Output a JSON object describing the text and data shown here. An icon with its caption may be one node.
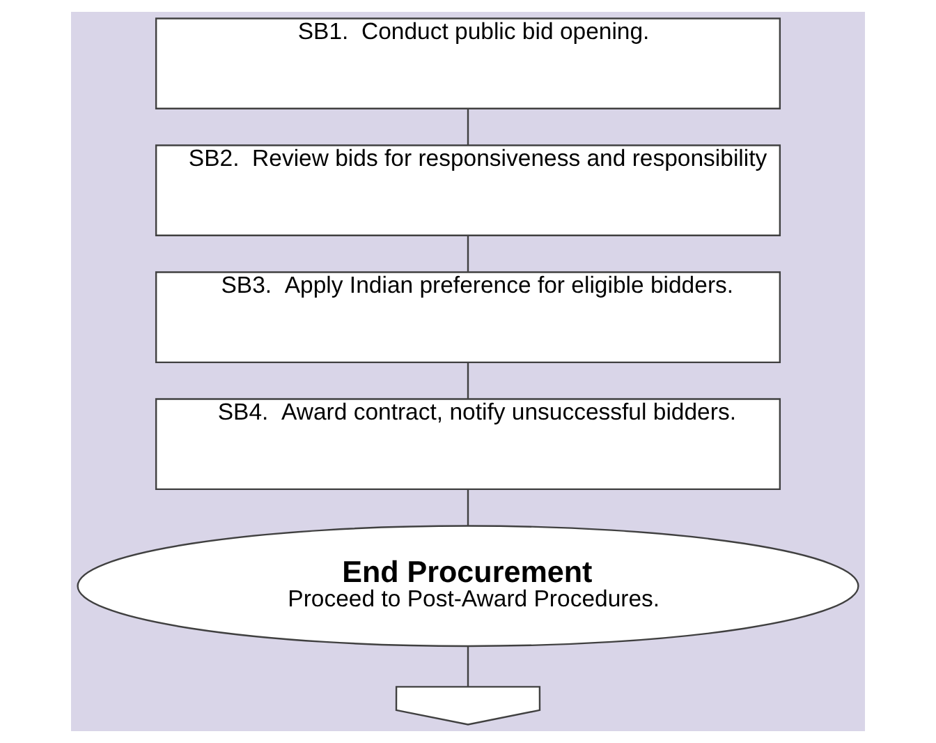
{
  "diagram": {
    "nodes": [
      {
        "text": [
          "SB1.  Conduct public bid opening."
        ]
      },
      {
        "text": [
          "SB2.  Review bids for responsiveness and responsibility"
        ]
      },
      {
        "text": [
          "SB3.  Apply Indian preference for eligible bidders."
        ]
      },
      {
        "text": [
          "SB4.  Award contract, notify unsuccessful bidders."
        ]
      },
      {
        "text": [
          "End Procurement",
          "Proceed to Post-Award Procedures."
        ]
      },
      {
        "text": [],
        "shape": "pentagon"
      }
    ],
    "edges": [
      {
        "from": 0,
        "to": 1,
        "arrow": "none"
      },
      {
        "from": 1,
        "to": 2,
        "arrow": "none"
      },
      {
        "from": 2,
        "to": 3,
        "arrow": "none"
      },
      {
        "from": 3,
        "to": 4,
        "arrow": "none"
      },
      {
        "from": 4,
        "to": 5,
        "arrow": "none"
      }
    ]
  }
}
